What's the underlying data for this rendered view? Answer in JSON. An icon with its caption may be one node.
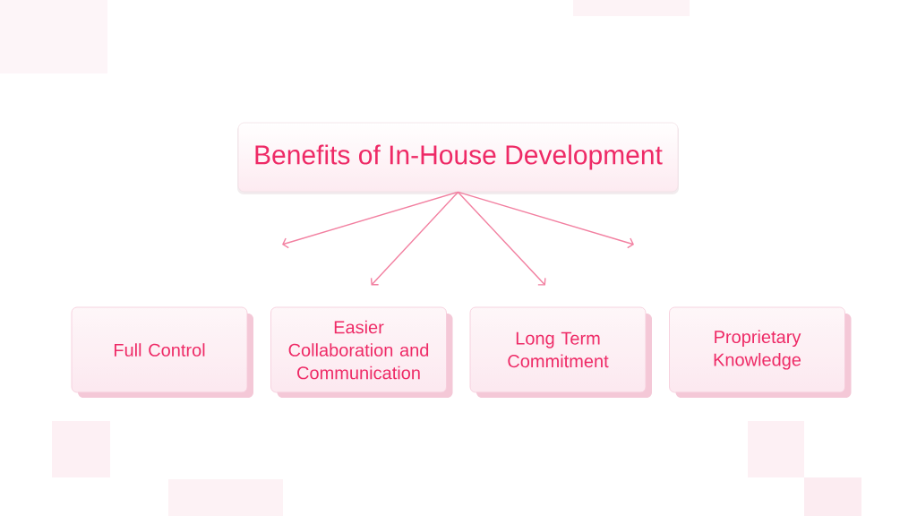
{
  "diagram": {
    "nodes": [
      {
        "text": [
          "Benefits of In-House Development"
        ]
      },
      {
        "text": [
          "Full Control"
        ]
      },
      {
        "text": [
          "Easier Collaboration and Communication"
        ]
      },
      {
        "text": [
          "Long Term Commitment"
        ]
      },
      {
        "text": [
          "Proprietary Knowledge"
        ]
      }
    ],
    "edges": [
      {
        "from": 0,
        "to": null,
        "arrow": "to"
      },
      {
        "from": 0,
        "to": 2,
        "arrow": "to"
      },
      {
        "from": 0,
        "to": 3,
        "arrow": "to"
      },
      {
        "from": 0,
        "to": null,
        "arrow": "to"
      }
    ]
  }
}
